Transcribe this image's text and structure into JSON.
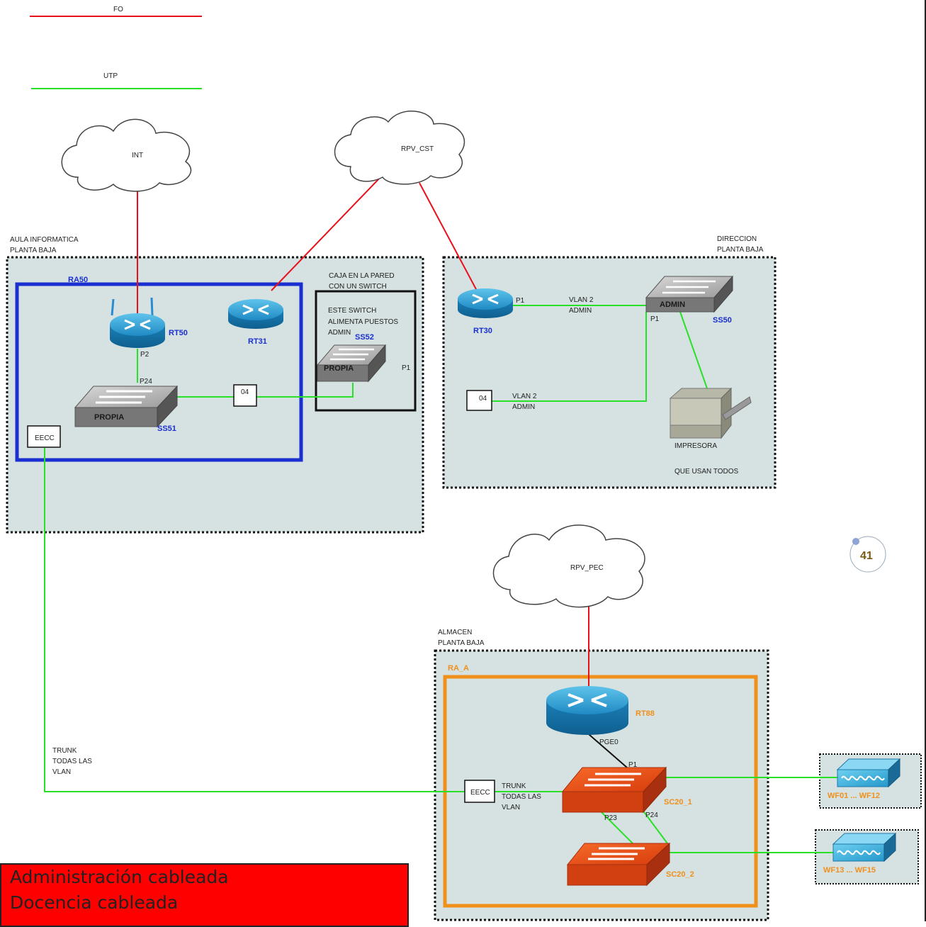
{
  "legend": {
    "fo_label": "FO",
    "utp_label": "UTP",
    "fo_color": "#e8101a",
    "utp_color": "#29e029"
  },
  "clouds": {
    "int": "INT",
    "rpv_cst": "RPV_CST",
    "rpv_pec": "RPV_PEC"
  },
  "aula": {
    "title_line1": "AULA INFORMATICA",
    "title_line2": "PLANTA BAJA",
    "ra_label": "RA50",
    "rt50": "RT50",
    "rt31": "RT31",
    "ss51": "SS51",
    "propia": "PROPIA",
    "p2": "P2",
    "p24": "P24",
    "eecc": "EECC",
    "port04": "04",
    "caja_line1": "CAJA EN LA PARED",
    "caja_line2": "CON UN SWITCH",
    "este_line1": "ESTE SWITCH",
    "este_line2": "ALIMENTA PUESTOS",
    "este_line3": "ADMIN",
    "ss52": "SS52",
    "propia2": "PROPIA",
    "p1": "P1"
  },
  "direccion": {
    "title_line1": "DIRECCION",
    "title_line2": "PLANTA BAJA",
    "rt30": "RT30",
    "p1a": "P1",
    "vlan_line1": "VLAN 2",
    "vlan_line2": "ADMIN",
    "admin": "ADMIN",
    "ss50": "SS50",
    "p1b": "P1",
    "port04": "04",
    "vlan2_line1": "VLAN 2",
    "vlan2_line2": "ADMIN",
    "impresora": "IMPRESORA",
    "que_usan": "QUE USAN TODOS"
  },
  "page_badge": "41",
  "almacen": {
    "title_line1": "ALMACEN",
    "title_line2": "PLANTA BAJA",
    "ra_label": "RA_A",
    "rt88": "RT88",
    "pge0": "PGE0",
    "p1": "P1",
    "eecc": "EECC",
    "trunk_line1": "TRUNK",
    "trunk_line2": "TODAS LAS",
    "trunk_line3": "VLAN",
    "sc20_1": "SC20_1",
    "sc20_2": "SC20_2",
    "p23": "P23",
    "p24": "P24",
    "wf_a": "WF01 ... WF12",
    "wf_b": "WF13 ... WF15"
  },
  "trunk_left": {
    "line1": "TRUNK",
    "line2": "TODAS LAS",
    "line3": "VLAN"
  },
  "footer": {
    "line1": "Administración cableada",
    "line2": "Docencia cableada"
  }
}
